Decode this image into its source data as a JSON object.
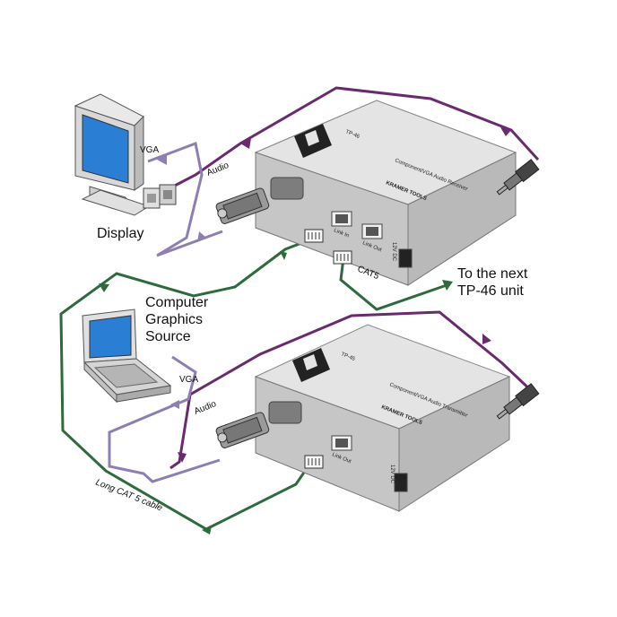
{
  "colors": {
    "video_cable": "#8e7fb3",
    "audio_cable": "#6a2a6e",
    "cat5_cable": "#2d6b3c",
    "device_body": "#d2d2d2",
    "device_top": "#e4e4e4"
  },
  "labels": {
    "display": "Display",
    "vga_top": "VGA",
    "audio_top": "Audio",
    "source_line1": "Computer",
    "source_line2": "Graphics",
    "source_line3": "Source",
    "vga_bottom": "VGA",
    "audio_bottom": "Audio",
    "long_cable": "Long CAT 5 cable",
    "cat5": "CAT5",
    "next_line1": "To the next",
    "next_line2": "TP-46 unit"
  },
  "devices": {
    "receiver": {
      "model": "TP-46",
      "brand": "KRAMER TOOLS",
      "description": "Component/VGA Audio Receiver",
      "port_link_in": "Link In",
      "port_link_out": "Link Out",
      "port_power": "12V DC"
    },
    "transmitter": {
      "model": "TP-45",
      "brand": "KRAMER TOOLS",
      "description": "Component/VGA Audio Transmitter",
      "port_link_out": "Link Out",
      "port_power": "12V DC"
    }
  },
  "icons": [
    "monitor-icon",
    "speakers-icon",
    "laptop-icon",
    "audio-jack-icon",
    "vga-connector-icon",
    "rj45-connector-icon",
    "kramer-logo-icon"
  ]
}
